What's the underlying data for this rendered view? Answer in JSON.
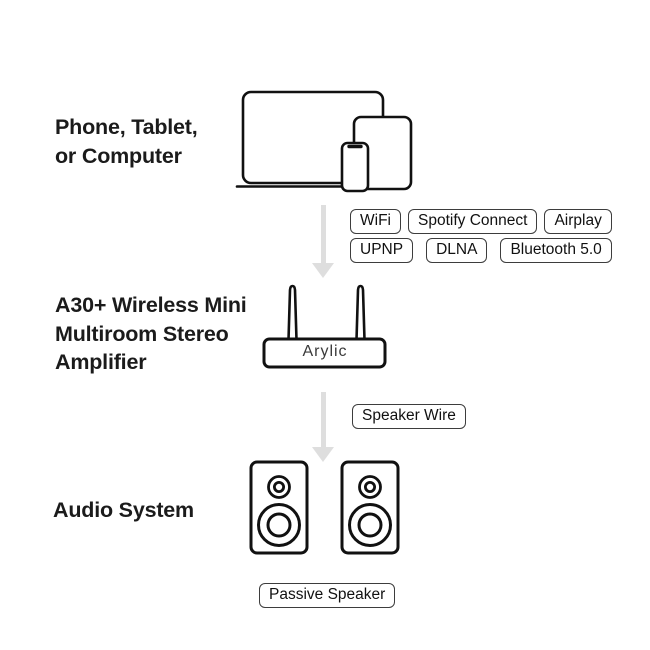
{
  "diagram": {
    "source_devices": {
      "label_lines": [
        "Phone, Tablet,",
        "or Computer"
      ],
      "icon": "laptop-tablet-phone-icon"
    },
    "wireless_link": {
      "icon": "down-arrow-icon",
      "badges": [
        "WiFi",
        "Spotify Connect",
        "Airplay",
        "UPNP",
        "DLNA",
        "Bluetooth 5.0"
      ]
    },
    "amplifier": {
      "label_lines": [
        "A30+ Wireless Mini",
        "Multiroom Stereo",
        "Amplifier"
      ],
      "brand": "Arylic",
      "icon": "wifi-amplifier-icon"
    },
    "wired_link": {
      "icon": "down-arrow-icon",
      "badge": "Speaker Wire"
    },
    "audio_system": {
      "label": "Audio System",
      "badge": "Passive Speaker",
      "icon": "stereo-speakers-icon"
    }
  },
  "colors": {
    "background": "#ffffff",
    "heading_text": "#1b1b1b",
    "outline_stroke": "#111111",
    "arrow_gray": "#dedede",
    "badge_border": "#3d3d3d"
  }
}
